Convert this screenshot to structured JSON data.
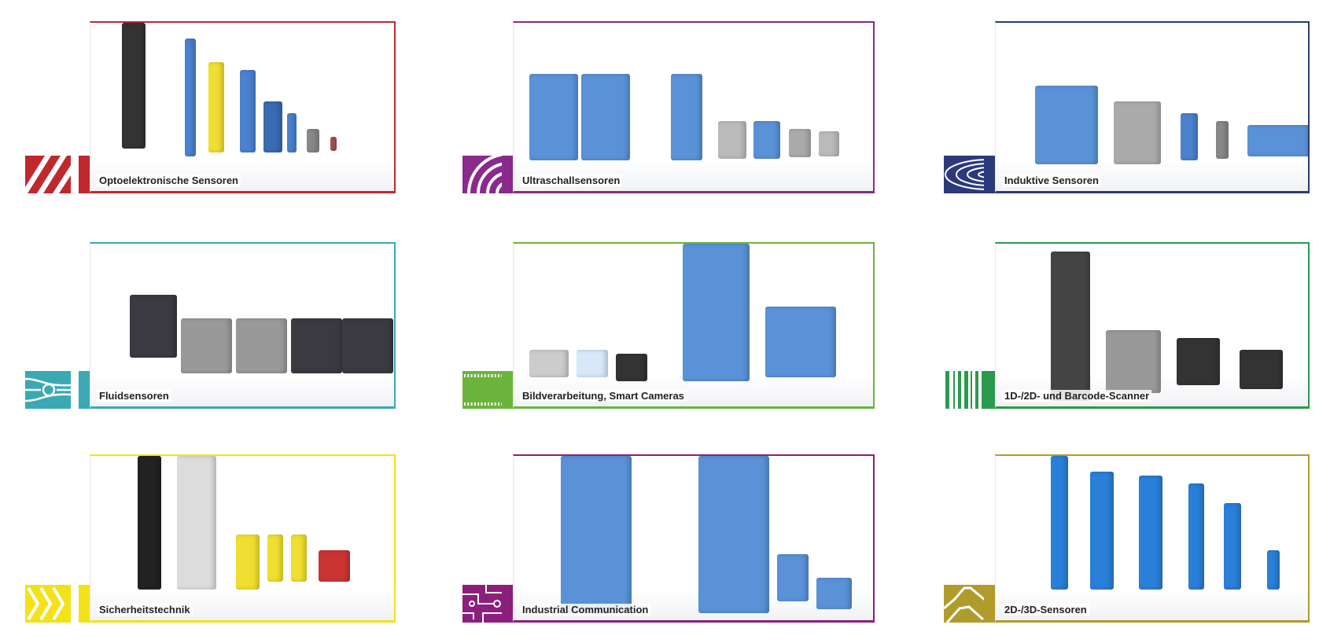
{
  "categories": [
    {
      "label": "Optoelektronische Sensoren",
      "color": "#c0282e",
      "icon": "diagonal-stripes-icon"
    },
    {
      "label": "Ultraschallsensoren",
      "color": "#8a2a8c",
      "icon": "sound-waves-icon"
    },
    {
      "label": "Induktive Sensoren",
      "color": "#2c3a7c",
      "icon": "field-lines-icon"
    },
    {
      "label": "Fluidsensoren",
      "color": "#3aa9b4",
      "icon": "fluid-flow-icon"
    },
    {
      "label": "Bildverarbeitung, Smart Cameras",
      "color": "#6ab43c",
      "icon": "film-strip-icon"
    },
    {
      "label": "1D-/2D- und Barcode-Scanner",
      "color": "#2b9a4e",
      "icon": "barcode-icon"
    },
    {
      "label": "Sicherheitstechnik",
      "color": "#f3e21a",
      "icon": "chevrons-icon"
    },
    {
      "label": "Industrial Communication",
      "color": "#8c1f7c",
      "icon": "circuit-icon"
    },
    {
      "label": "2D-/3D-Sensoren",
      "color": "#b19b2c",
      "icon": "mountain-profile-icon"
    }
  ]
}
